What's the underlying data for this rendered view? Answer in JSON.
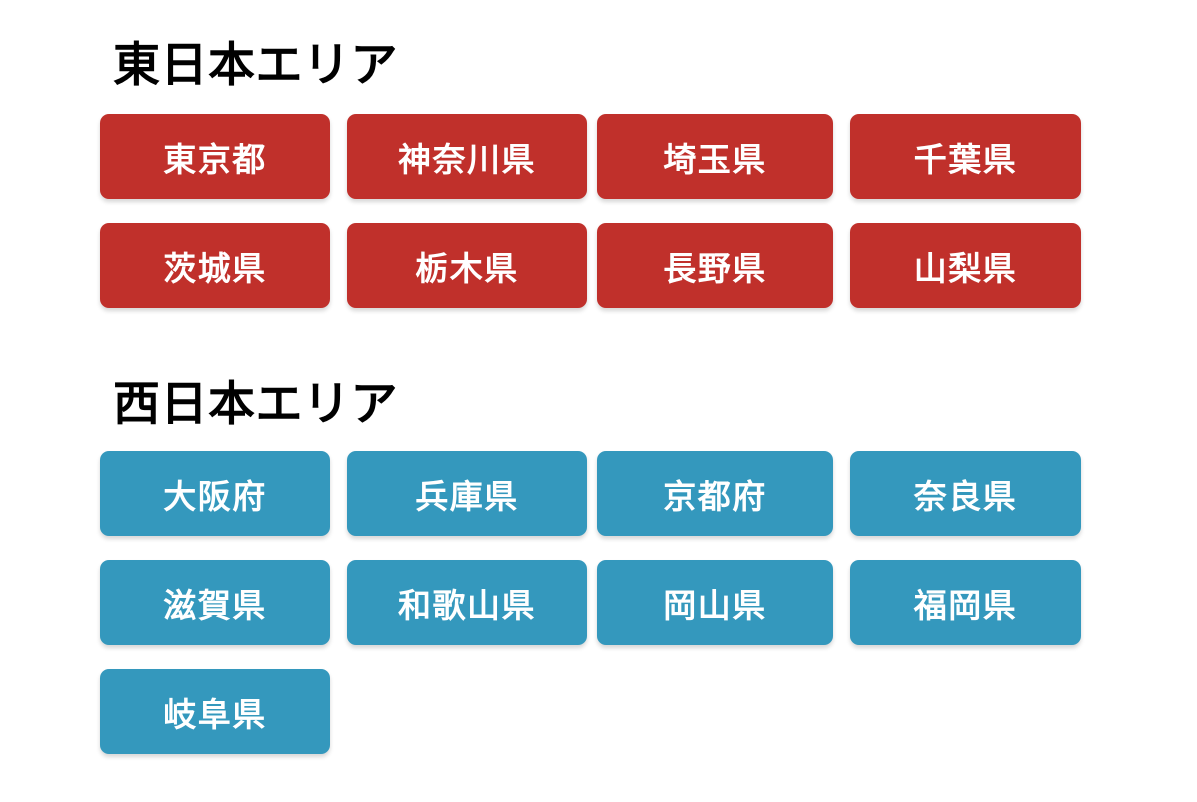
{
  "page": {
    "background_color": "#ffffff",
    "east_tag_color": "#c0302b",
    "west_tag_color": "#3498bd",
    "tag_text_color": "#ffffff",
    "heading_color": "#000000"
  },
  "sections": [
    {
      "id": "east",
      "heading": "東日本エリア",
      "rows": [
        [
          "東京都",
          "神奈川県",
          "埼玉県",
          "千葉県"
        ],
        [
          "茨城県",
          "栃木県",
          "長野県",
          "山梨県"
        ]
      ]
    },
    {
      "id": "west",
      "heading": "西日本エリア",
      "rows": [
        [
          "大阪府",
          "兵庫県",
          "京都府",
          "奈良県"
        ],
        [
          "滋賀県",
          "和歌山県",
          "岡山県",
          "福岡県"
        ],
        [
          "岐阜県"
        ]
      ]
    }
  ]
}
